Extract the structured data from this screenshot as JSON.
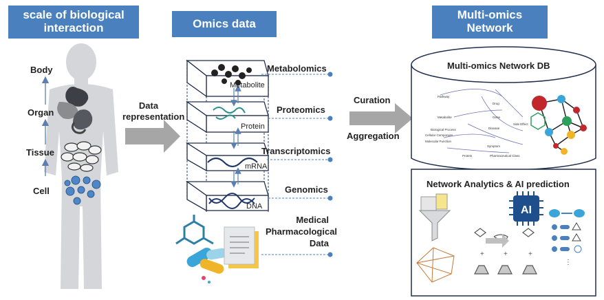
{
  "headers": {
    "scale": "scale of biological interaction",
    "omics": "Omics data",
    "network": "Multi-omics Network"
  },
  "scale_levels": [
    "Body",
    "Organ",
    "Tissue",
    "Cell"
  ],
  "arrow_labels": {
    "data_representation": "Data representation",
    "curation": "Curation",
    "aggregation": "Aggregation"
  },
  "layers": [
    "Metabolite",
    "Protein",
    "mRNA",
    "DNA"
  ],
  "omics_types": [
    "Metabolomics",
    "Proteomics",
    "Transcriptomics",
    "Genomics",
    "Medical Pharmacological Data"
  ],
  "network": {
    "db_title": "Multi-omics Network DB",
    "analytics_title": "Network Analytics & AI prediction",
    "ai_chip": "AI"
  },
  "graph_labels": [
    "Pathway",
    "Metabolite",
    "Cellular Component",
    "Molecular Function",
    "Biological Process",
    "Protein",
    "Drug",
    "Gene",
    "Disease",
    "Side Effect",
    "Symptom",
    "Pharmaceutical Class"
  ],
  "colors": {
    "header": "#4a80bd",
    "arrow": "#a6a6a6",
    "accent_dot": "#4a80bd"
  }
}
